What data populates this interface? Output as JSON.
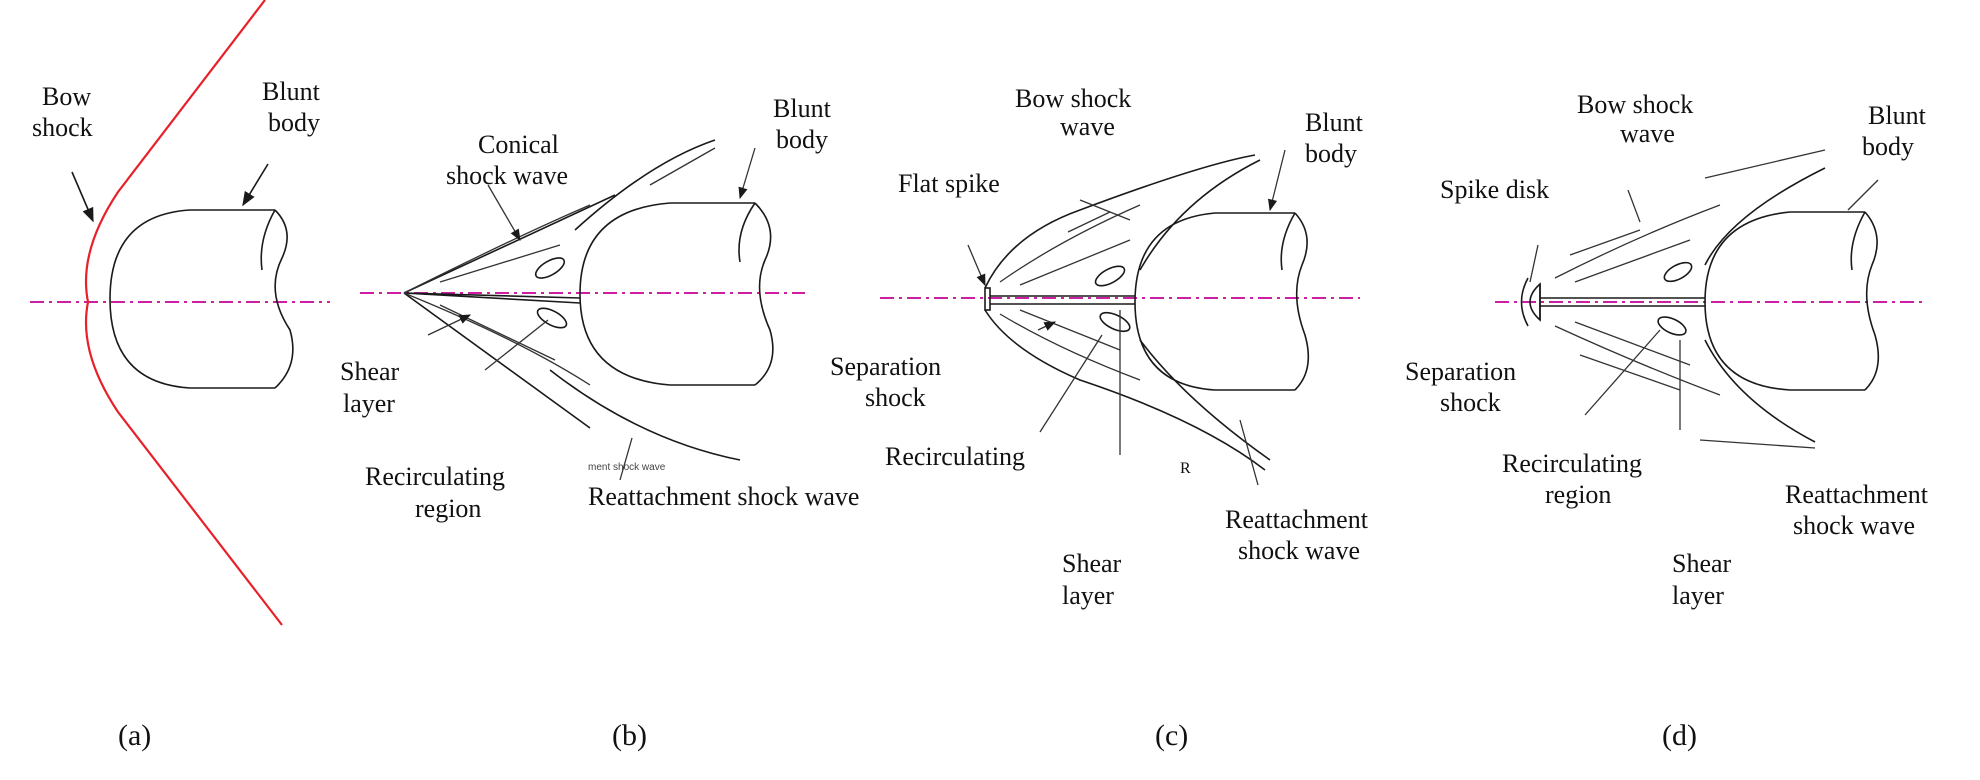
{
  "colors": {
    "bow_shock": "#e8202a",
    "axis": "#cc1fa4",
    "ink": "#1a1a1a"
  },
  "panels": {
    "a": {
      "caption": "(a)",
      "bow_shock": [
        "Bow",
        "shock"
      ],
      "blunt_body": [
        "Blunt",
        "body"
      ]
    },
    "b": {
      "caption": "(b)",
      "conical_shock": [
        "Conical",
        "shock wave"
      ],
      "blunt_body": [
        "Blunt",
        "body"
      ],
      "shear_layer": [
        "Shear",
        "layer"
      ],
      "recirculating": [
        "Recirculating",
        "region"
      ],
      "reattachment": "Reattachment shock wave",
      "faint_note": "ment shock wave"
    },
    "c": {
      "caption": "(c)",
      "bow_shock": [
        "Bow shock",
        "wave"
      ],
      "blunt_body": [
        "Blunt",
        "body"
      ],
      "flat_spike": "Flat spike",
      "separation": [
        "Separation",
        "shock"
      ],
      "recirculating": "Recirculating",
      "reattachment": [
        "Reattachment",
        "shock wave"
      ],
      "shear_layer": [
        "Shear",
        "layer"
      ],
      "stray_mark": "R"
    },
    "d": {
      "caption": "(d)",
      "bow_shock": [
        "Bow shock",
        "wave"
      ],
      "blunt_body": [
        "Blunt",
        "body"
      ],
      "spike_disk": "Spike disk",
      "separation": [
        "Separation",
        "shock"
      ],
      "recirculating": [
        "Recirculating",
        "region"
      ],
      "reattachment": [
        "Reattachment",
        "shock wave"
      ],
      "shear_layer": [
        "Shear",
        "layer"
      ]
    }
  }
}
